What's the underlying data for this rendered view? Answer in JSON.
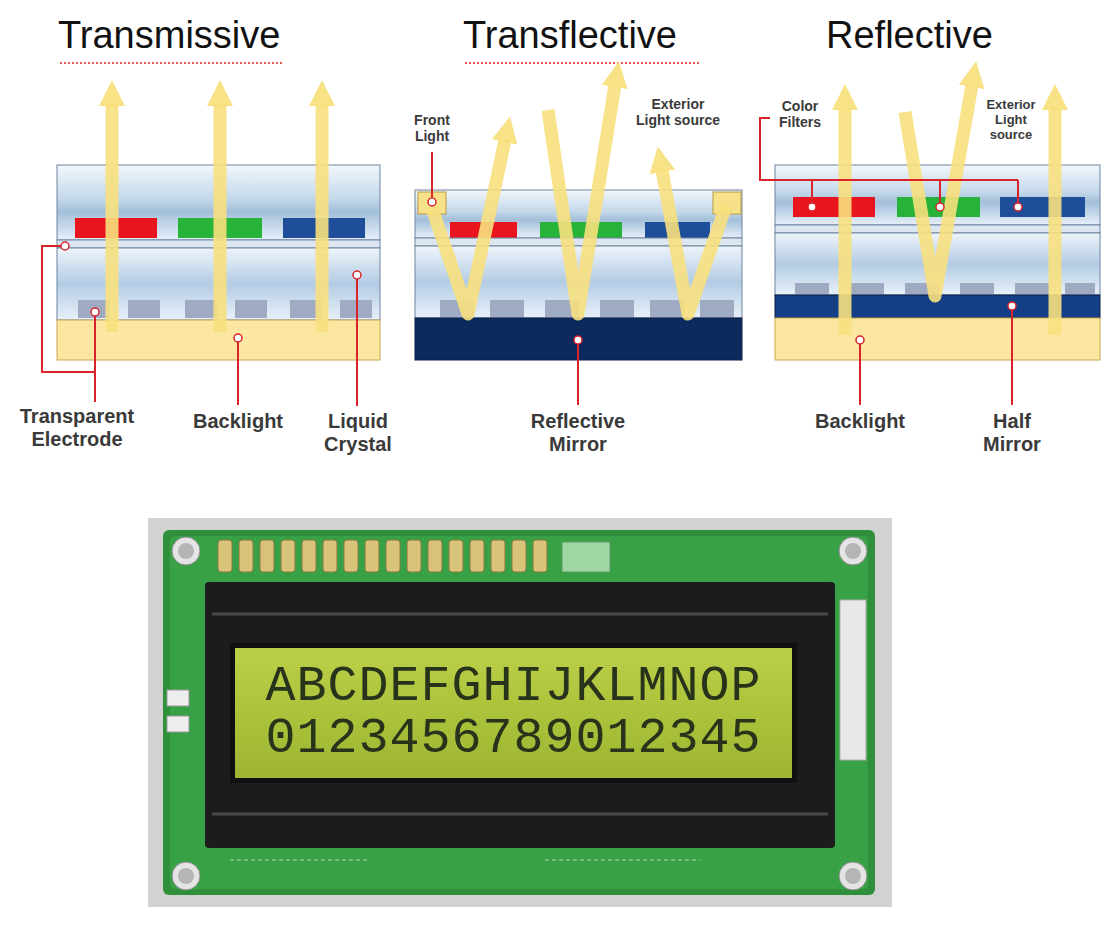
{
  "diagram": {
    "nodes": [
      {
        "text": [
          "ABCDEFGHIJKLMNOP",
          "0123456789012345"
        ]
      }
    ],
    "labels": [
      "Transmissive",
      "Transflective",
      "Reflective",
      "Front Light",
      "Exterior Light source",
      "Color Filters",
      "Exterior Light source",
      "Transparent Electrode",
      "Backlight",
      "Liquid Crystal",
      "Reflective Mirror",
      "Backlight",
      "Half Mirror"
    ]
  }
}
